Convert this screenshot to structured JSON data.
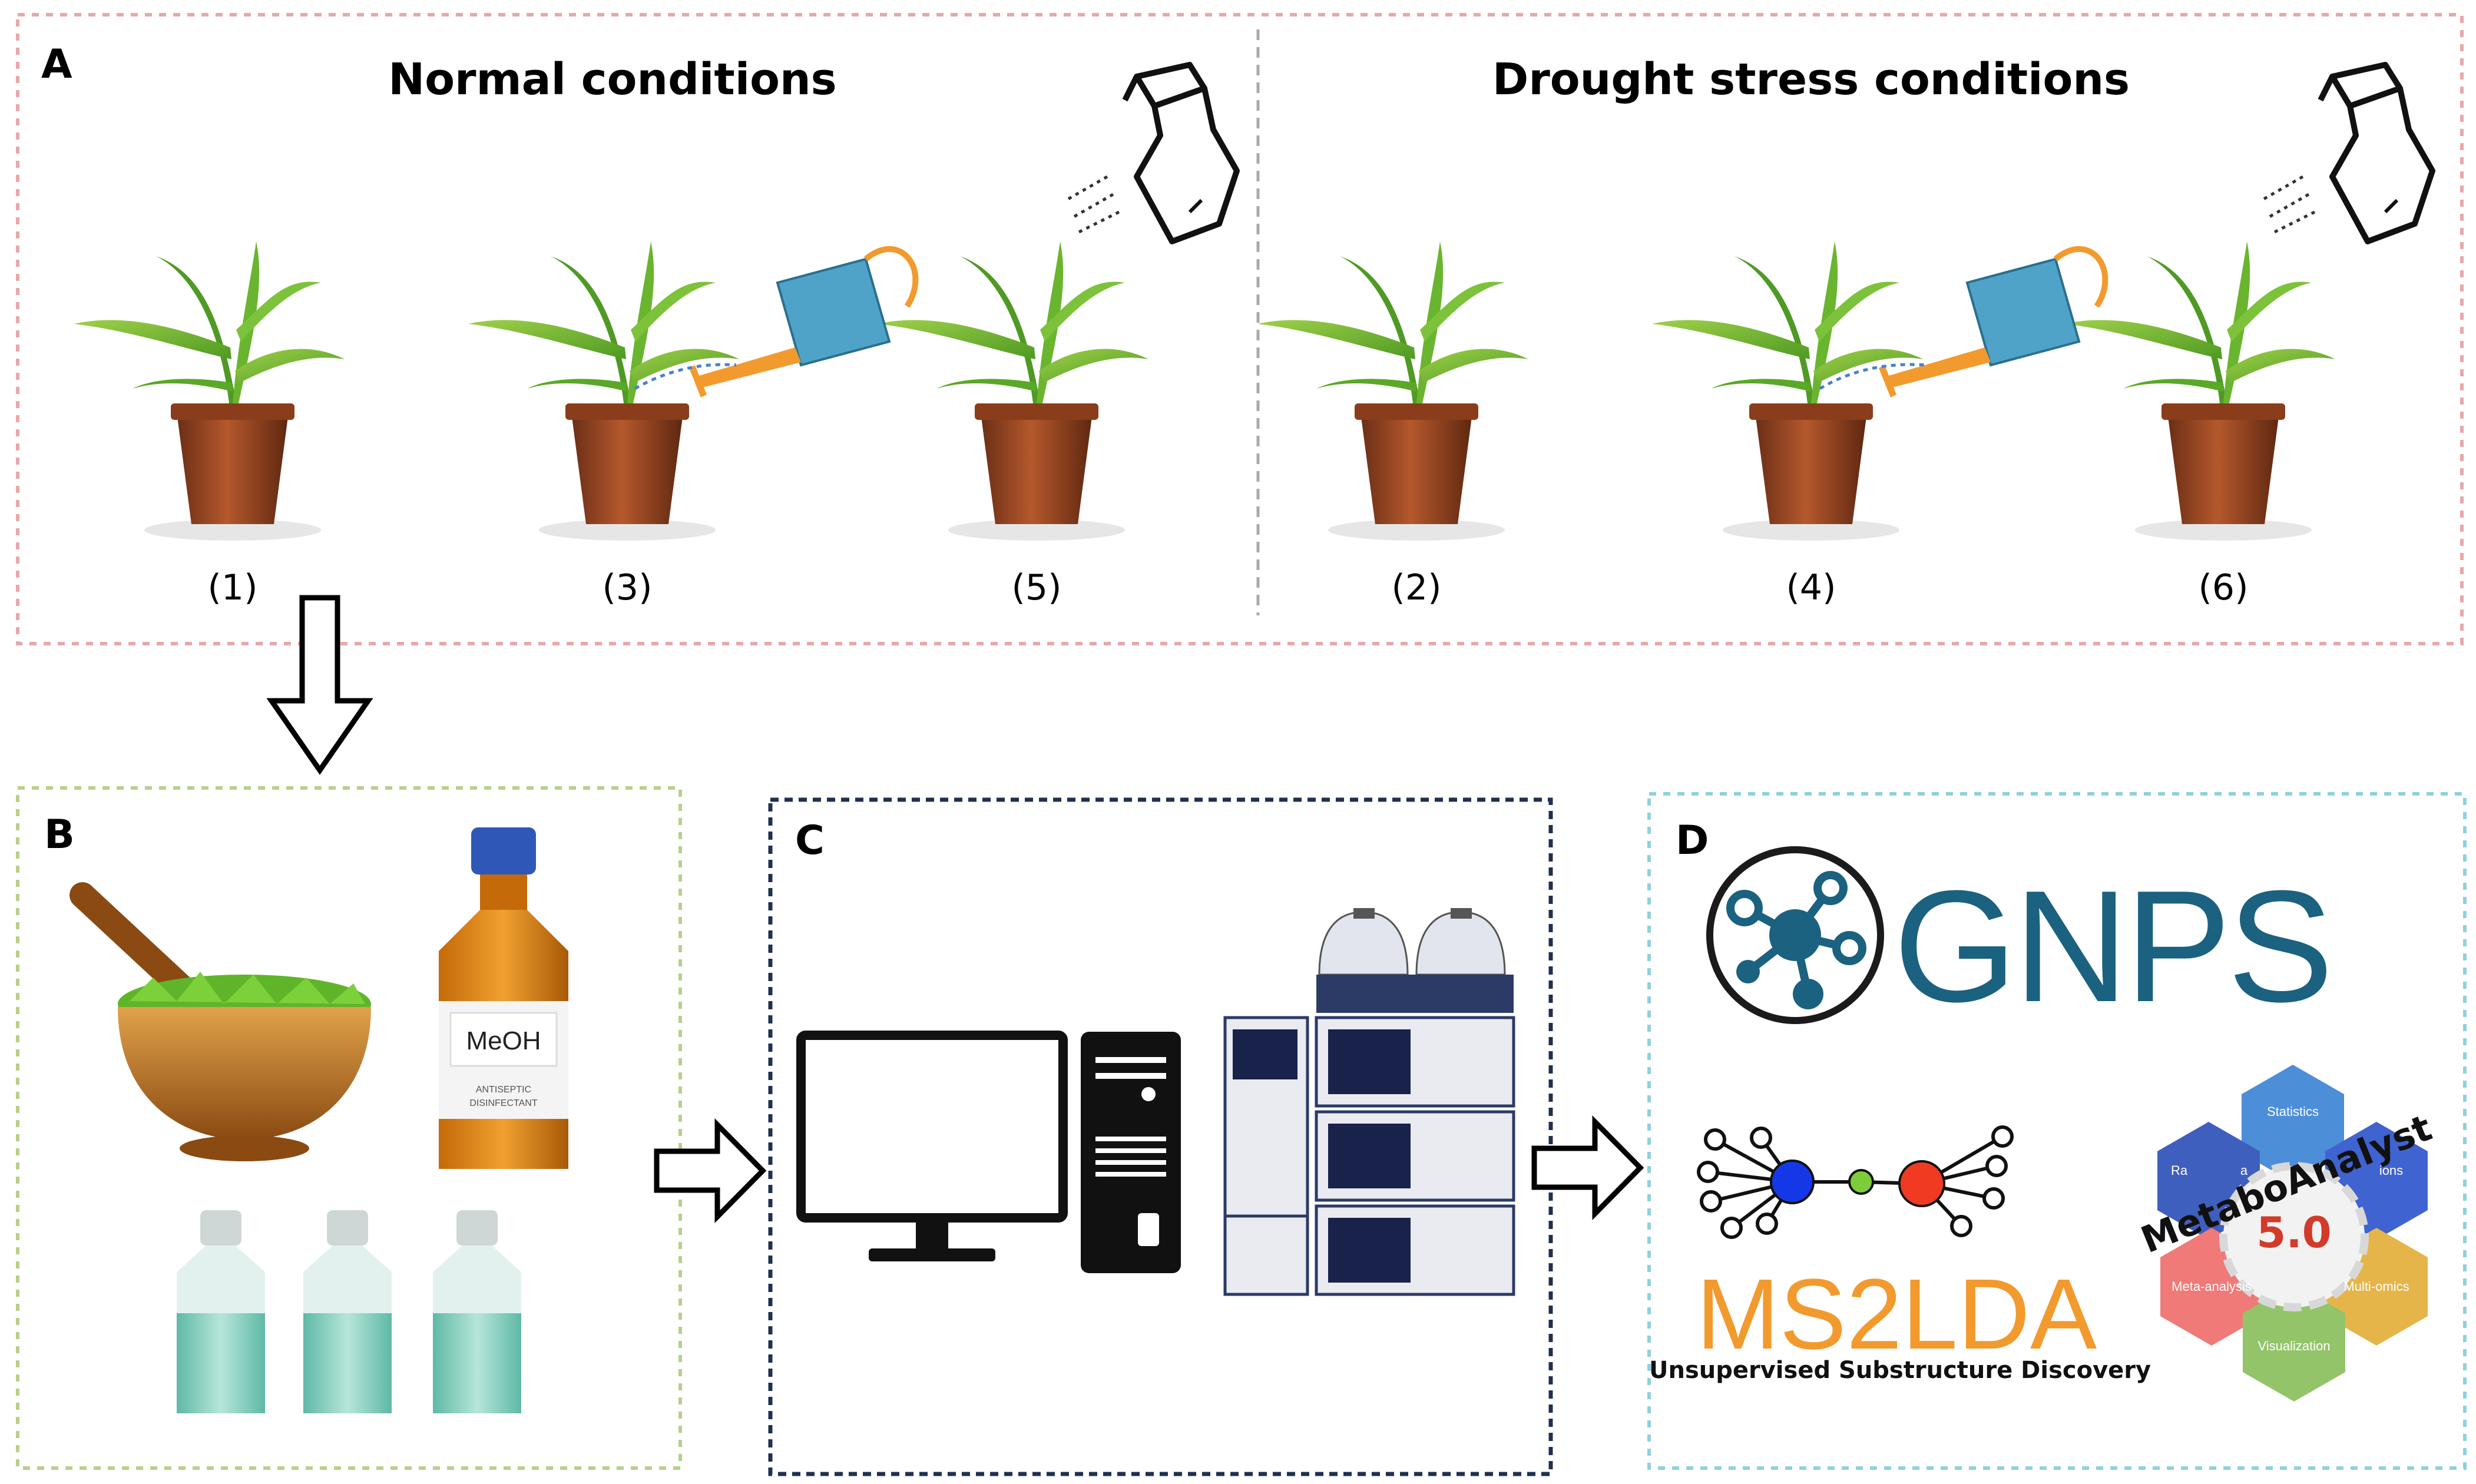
{
  "panels": {
    "a": {
      "letter": "A",
      "normal_title": "Normal conditions",
      "drought_title": "Drought stress conditions",
      "plant_labels": [
        "(1)",
        "(3)",
        "(5)",
        "(2)",
        "(4)",
        "(6)"
      ]
    },
    "b": {
      "letter": "B",
      "bottle_label": "MeOH",
      "bottle_sub1": "ANTISEPTIC",
      "bottle_sub2": "DISINFECTANT"
    },
    "c": {
      "letter": "C"
    },
    "d": {
      "letter": "D",
      "gnps": "GNPS",
      "ms2lda": "MS2LDA",
      "ms2lda_sub": "Unsupervised Substructure Discovery",
      "metabo_title": "MetaboAnalyst",
      "metabo_version": "5.0",
      "hex_labels": [
        "Statistics",
        "Ra",
        "a",
        "ions",
        "Meta-analysis",
        "Multi-omics",
        "Visualization"
      ]
    }
  },
  "colors": {
    "panel_a_border": "#e8a8a8",
    "panel_b_border": "#b8cf8a",
    "panel_c_border": "#1f3050",
    "panel_d_border": "#8fd0df",
    "gnps_blue": "#1b6180",
    "ms2lda_orange": "#f29a2e"
  }
}
